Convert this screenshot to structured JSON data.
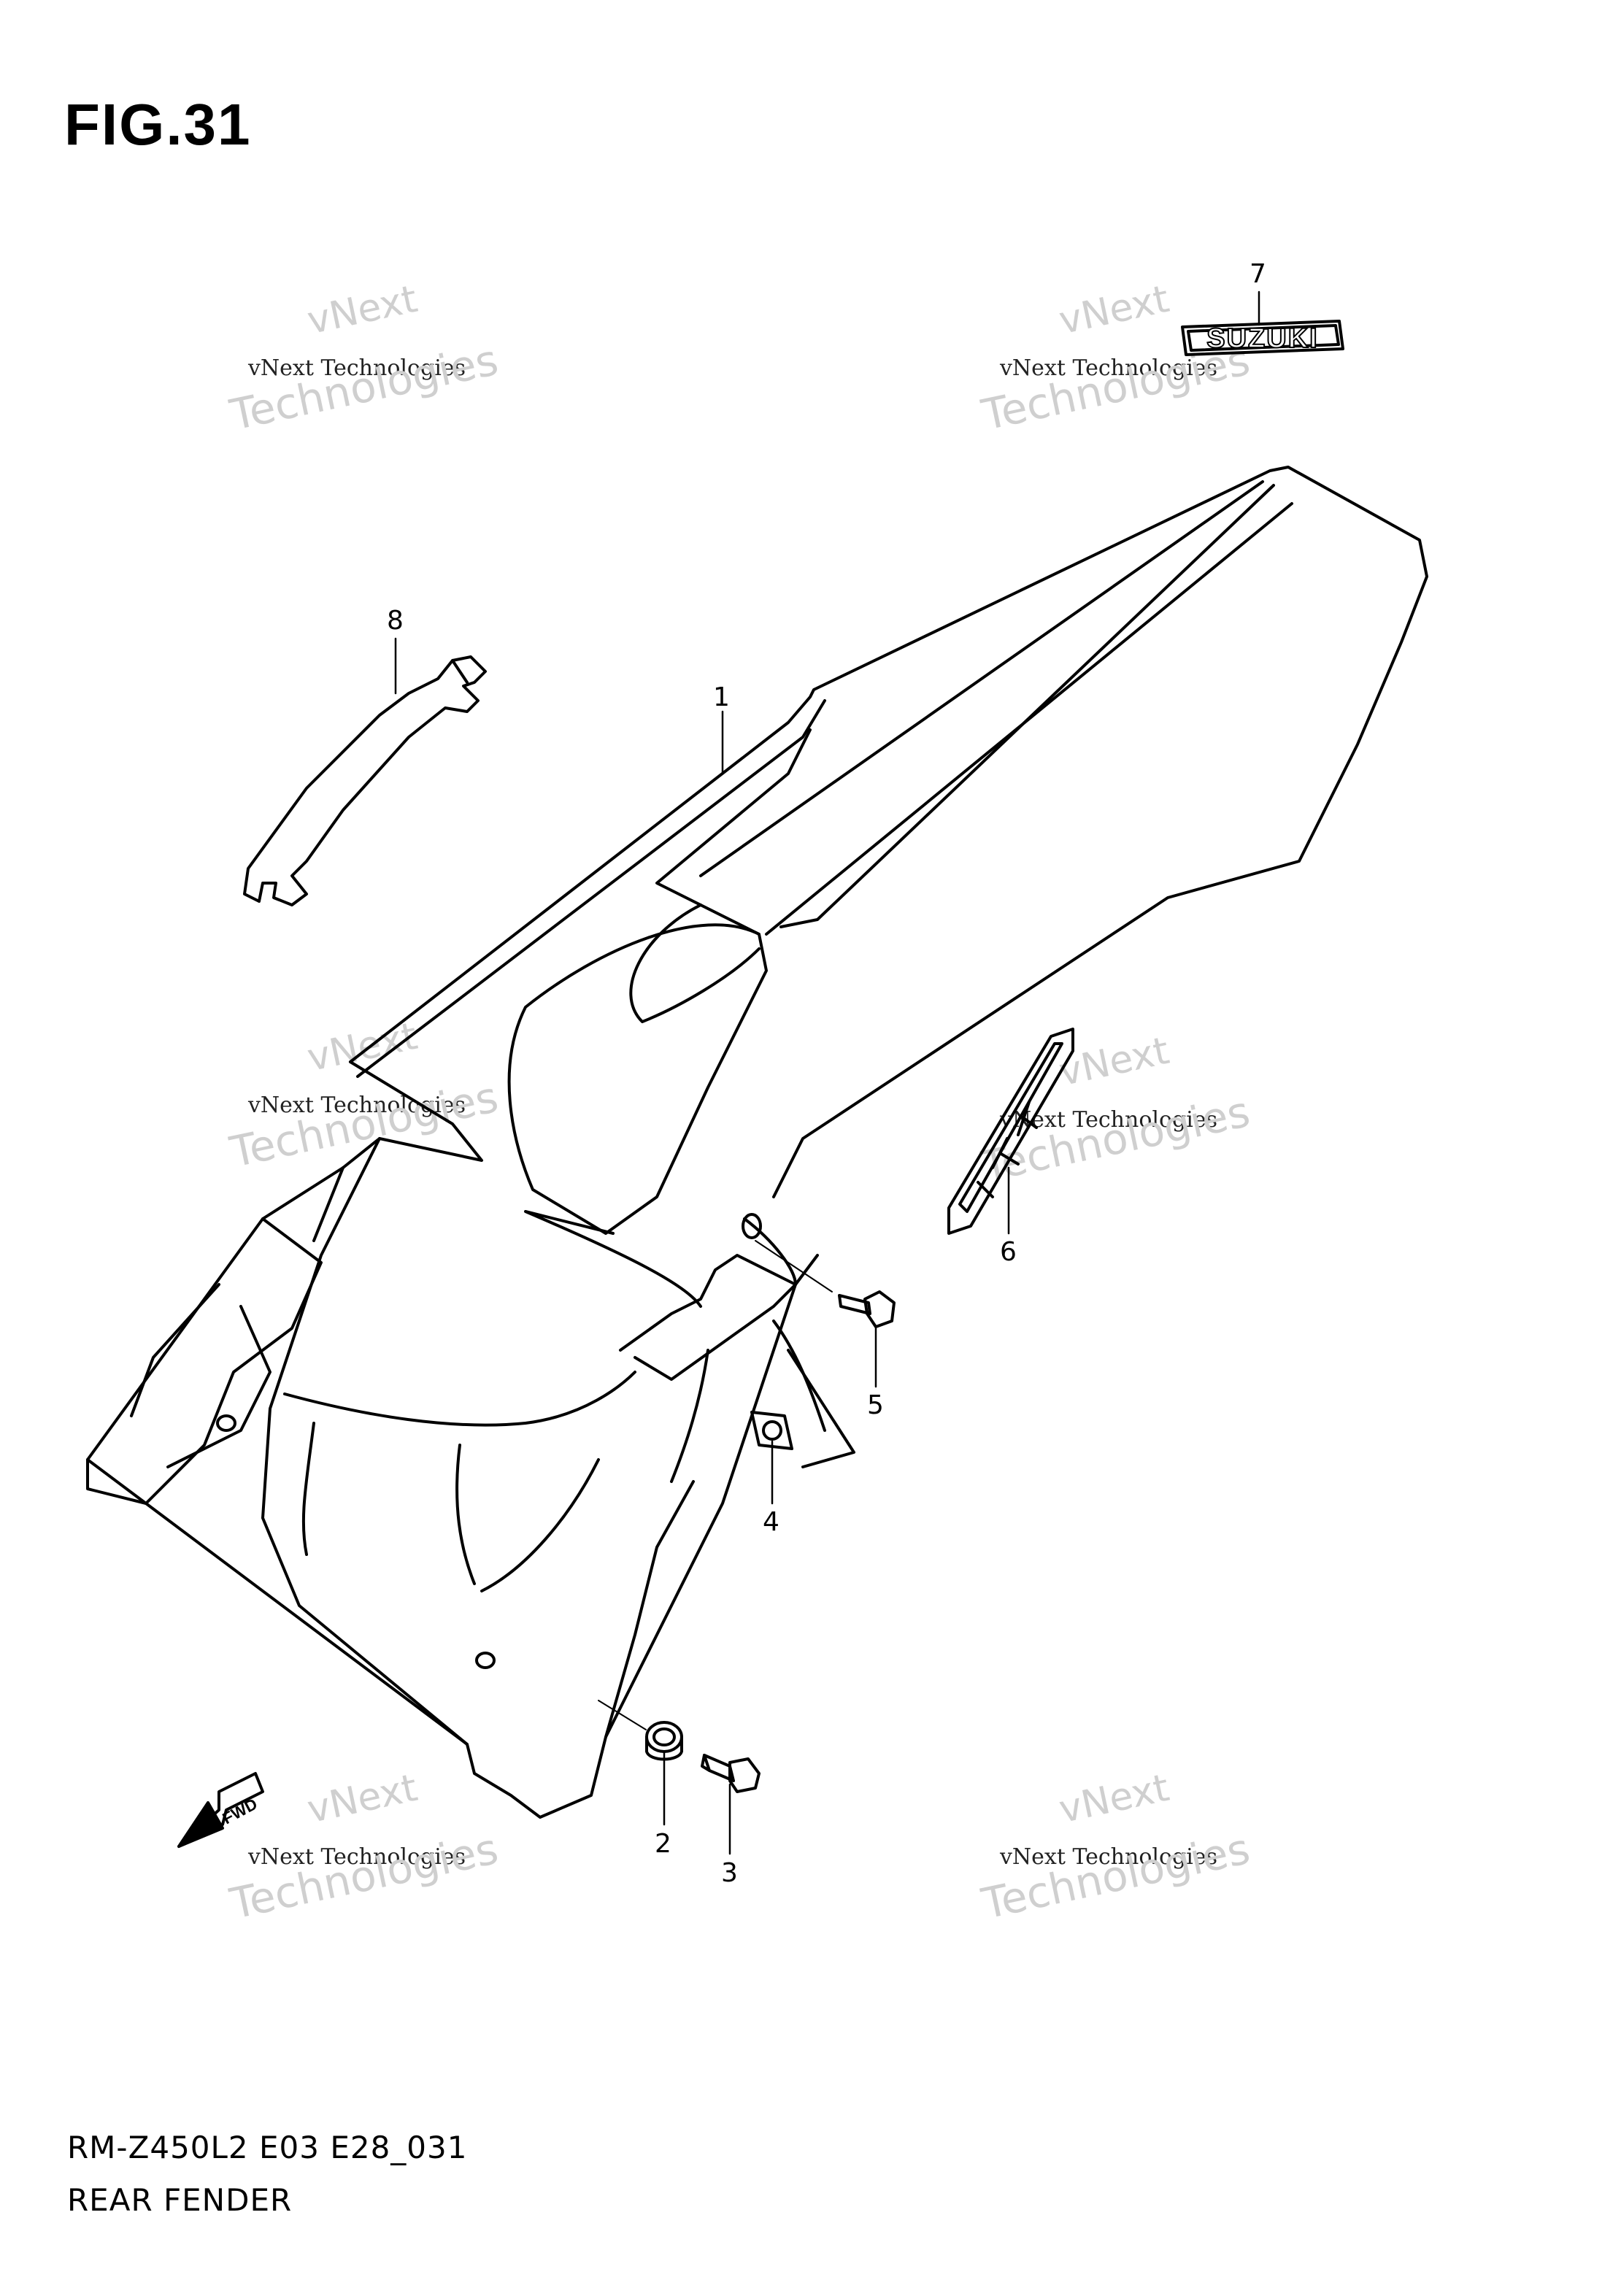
{
  "figure": {
    "title": "FIG.31"
  },
  "footer": {
    "model_code": "RM-Z450L2 E03 E28_031",
    "part_group": "REAR FENDER"
  },
  "callouts": [
    {
      "id": "1",
      "label": "1"
    },
    {
      "id": "2",
      "label": "2"
    },
    {
      "id": "3",
      "label": "3"
    },
    {
      "id": "4",
      "label": "4"
    },
    {
      "id": "5",
      "label": "5"
    },
    {
      "id": "6",
      "label": "6"
    },
    {
      "id": "7",
      "label": "7"
    },
    {
      "id": "8",
      "label": "8"
    }
  ],
  "decal_text": {
    "brand": "SUZUKI",
    "fwd_arrow": "FWD"
  },
  "watermark": {
    "line1": "vNext",
    "line2": "vNext Technologies",
    "line3": "Technologies"
  }
}
